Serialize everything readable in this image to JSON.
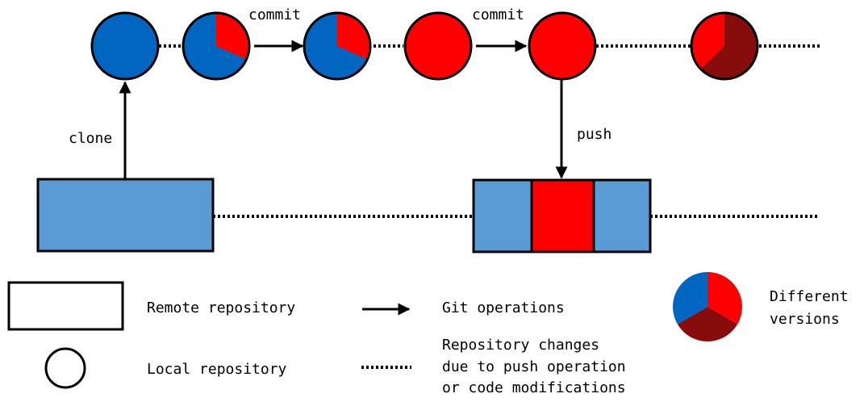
{
  "colors": {
    "blue_dark": "#0066c0",
    "blue_light": "#5b9bd5",
    "red": "#ff0000",
    "dark_red": "#870c0c",
    "black": "#000000"
  },
  "diagram": {
    "labels": {
      "clone": "clone",
      "commit_1": "commit",
      "commit_2": "commit",
      "push": "push"
    }
  },
  "legend": {
    "remote_repository": "Remote repository",
    "local_repository": "Local repository",
    "git_operations": "Git operations",
    "repo_changes_line1": "Repository changes",
    "repo_changes_line2": "due to push operation",
    "repo_changes_line3": "or code modifications",
    "different_versions_line1": "Different",
    "different_versions_line2": "versions"
  }
}
